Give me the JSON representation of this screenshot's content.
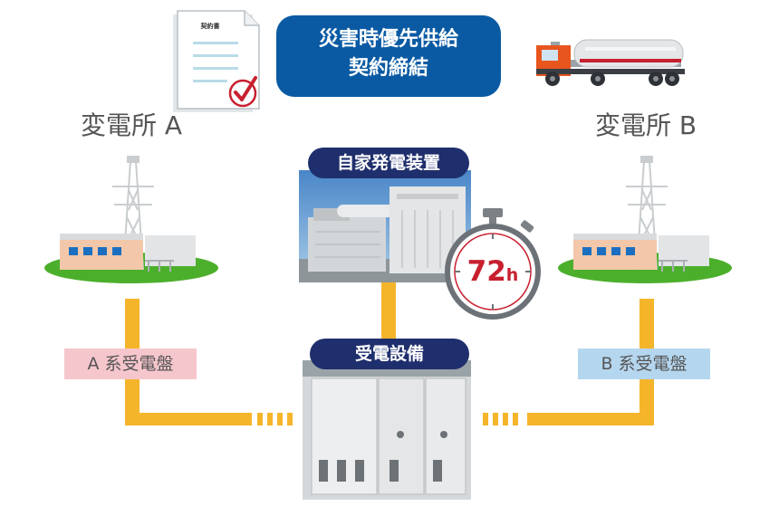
{
  "contract": {
    "document_title": "契約書",
    "banner_line1": "災害時優先供給",
    "banner_line2": "契約締結"
  },
  "substation_a": {
    "title": "変電所 A",
    "panel_label": "A 系受電盤"
  },
  "substation_b": {
    "title": "変電所 B",
    "panel_label": "B 系受電盤"
  },
  "generator": {
    "title": "自家発電装置",
    "runtime_value": "72",
    "runtime_unit": "h"
  },
  "receiving": {
    "title": "受電設備"
  },
  "icons": [
    "document-icon",
    "checkmark-icon",
    "tanker-truck-icon",
    "substation-icon",
    "stopwatch-icon"
  ],
  "colors": {
    "banner_blue": "#0a5aa3",
    "pill_navy": "#1f2f6d",
    "line_orange": "#f5b52a",
    "panel_a_pink": "#f6c6cd",
    "panel_b_blue": "#b5d6ef",
    "stopwatch_red": "#c8202f",
    "check_red": "#c8202f",
    "grass_green": "#4caf2c",
    "truck_orange": "#e8561e"
  }
}
